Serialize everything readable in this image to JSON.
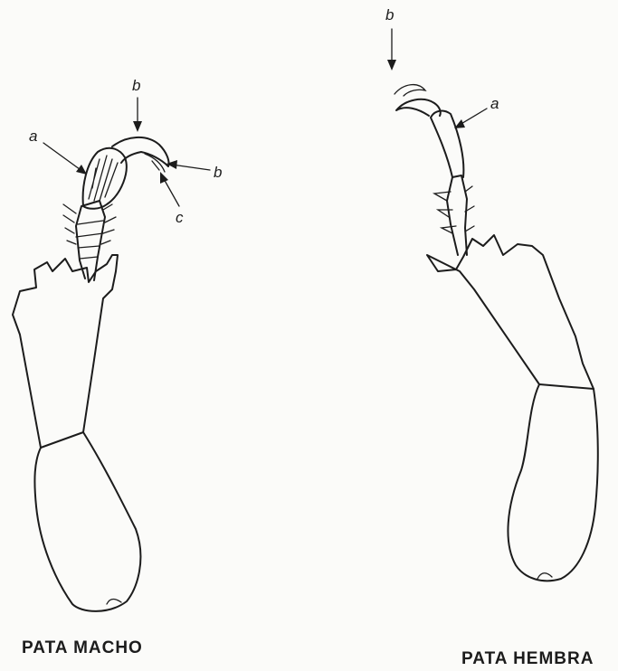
{
  "male_leg": {
    "caption": "PATA MACHO",
    "labels": {
      "a": "a",
      "b_top": "b",
      "b_side": "b",
      "c": "c"
    }
  },
  "female_leg": {
    "caption": "PATA HEMBRA",
    "labels": {
      "b": "b",
      "a": "a"
    }
  },
  "colors": {
    "ink": "#1c1c1c",
    "paper": "#fbfbf9"
  }
}
